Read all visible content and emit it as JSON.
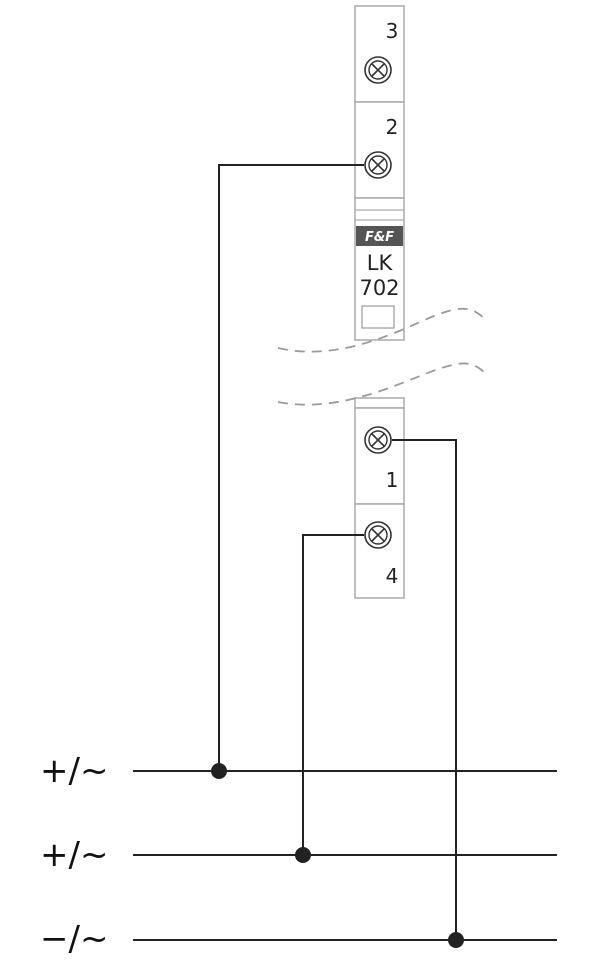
{
  "device": {
    "brand": "F&F",
    "model_line1": "LK",
    "model_line2": "702"
  },
  "terminals": {
    "t3": "3",
    "t2": "2",
    "t1": "1",
    "t4": "4"
  },
  "bus": {
    "line1_label": "+/~",
    "line2_label": "+/~",
    "line3_label": "−/~"
  },
  "colors": {
    "wire": "#222222",
    "module_border": "#aaaaaa",
    "module_fill": "#ffffff",
    "brand_bg": "#555555",
    "break_line": "#9a9a9a"
  }
}
